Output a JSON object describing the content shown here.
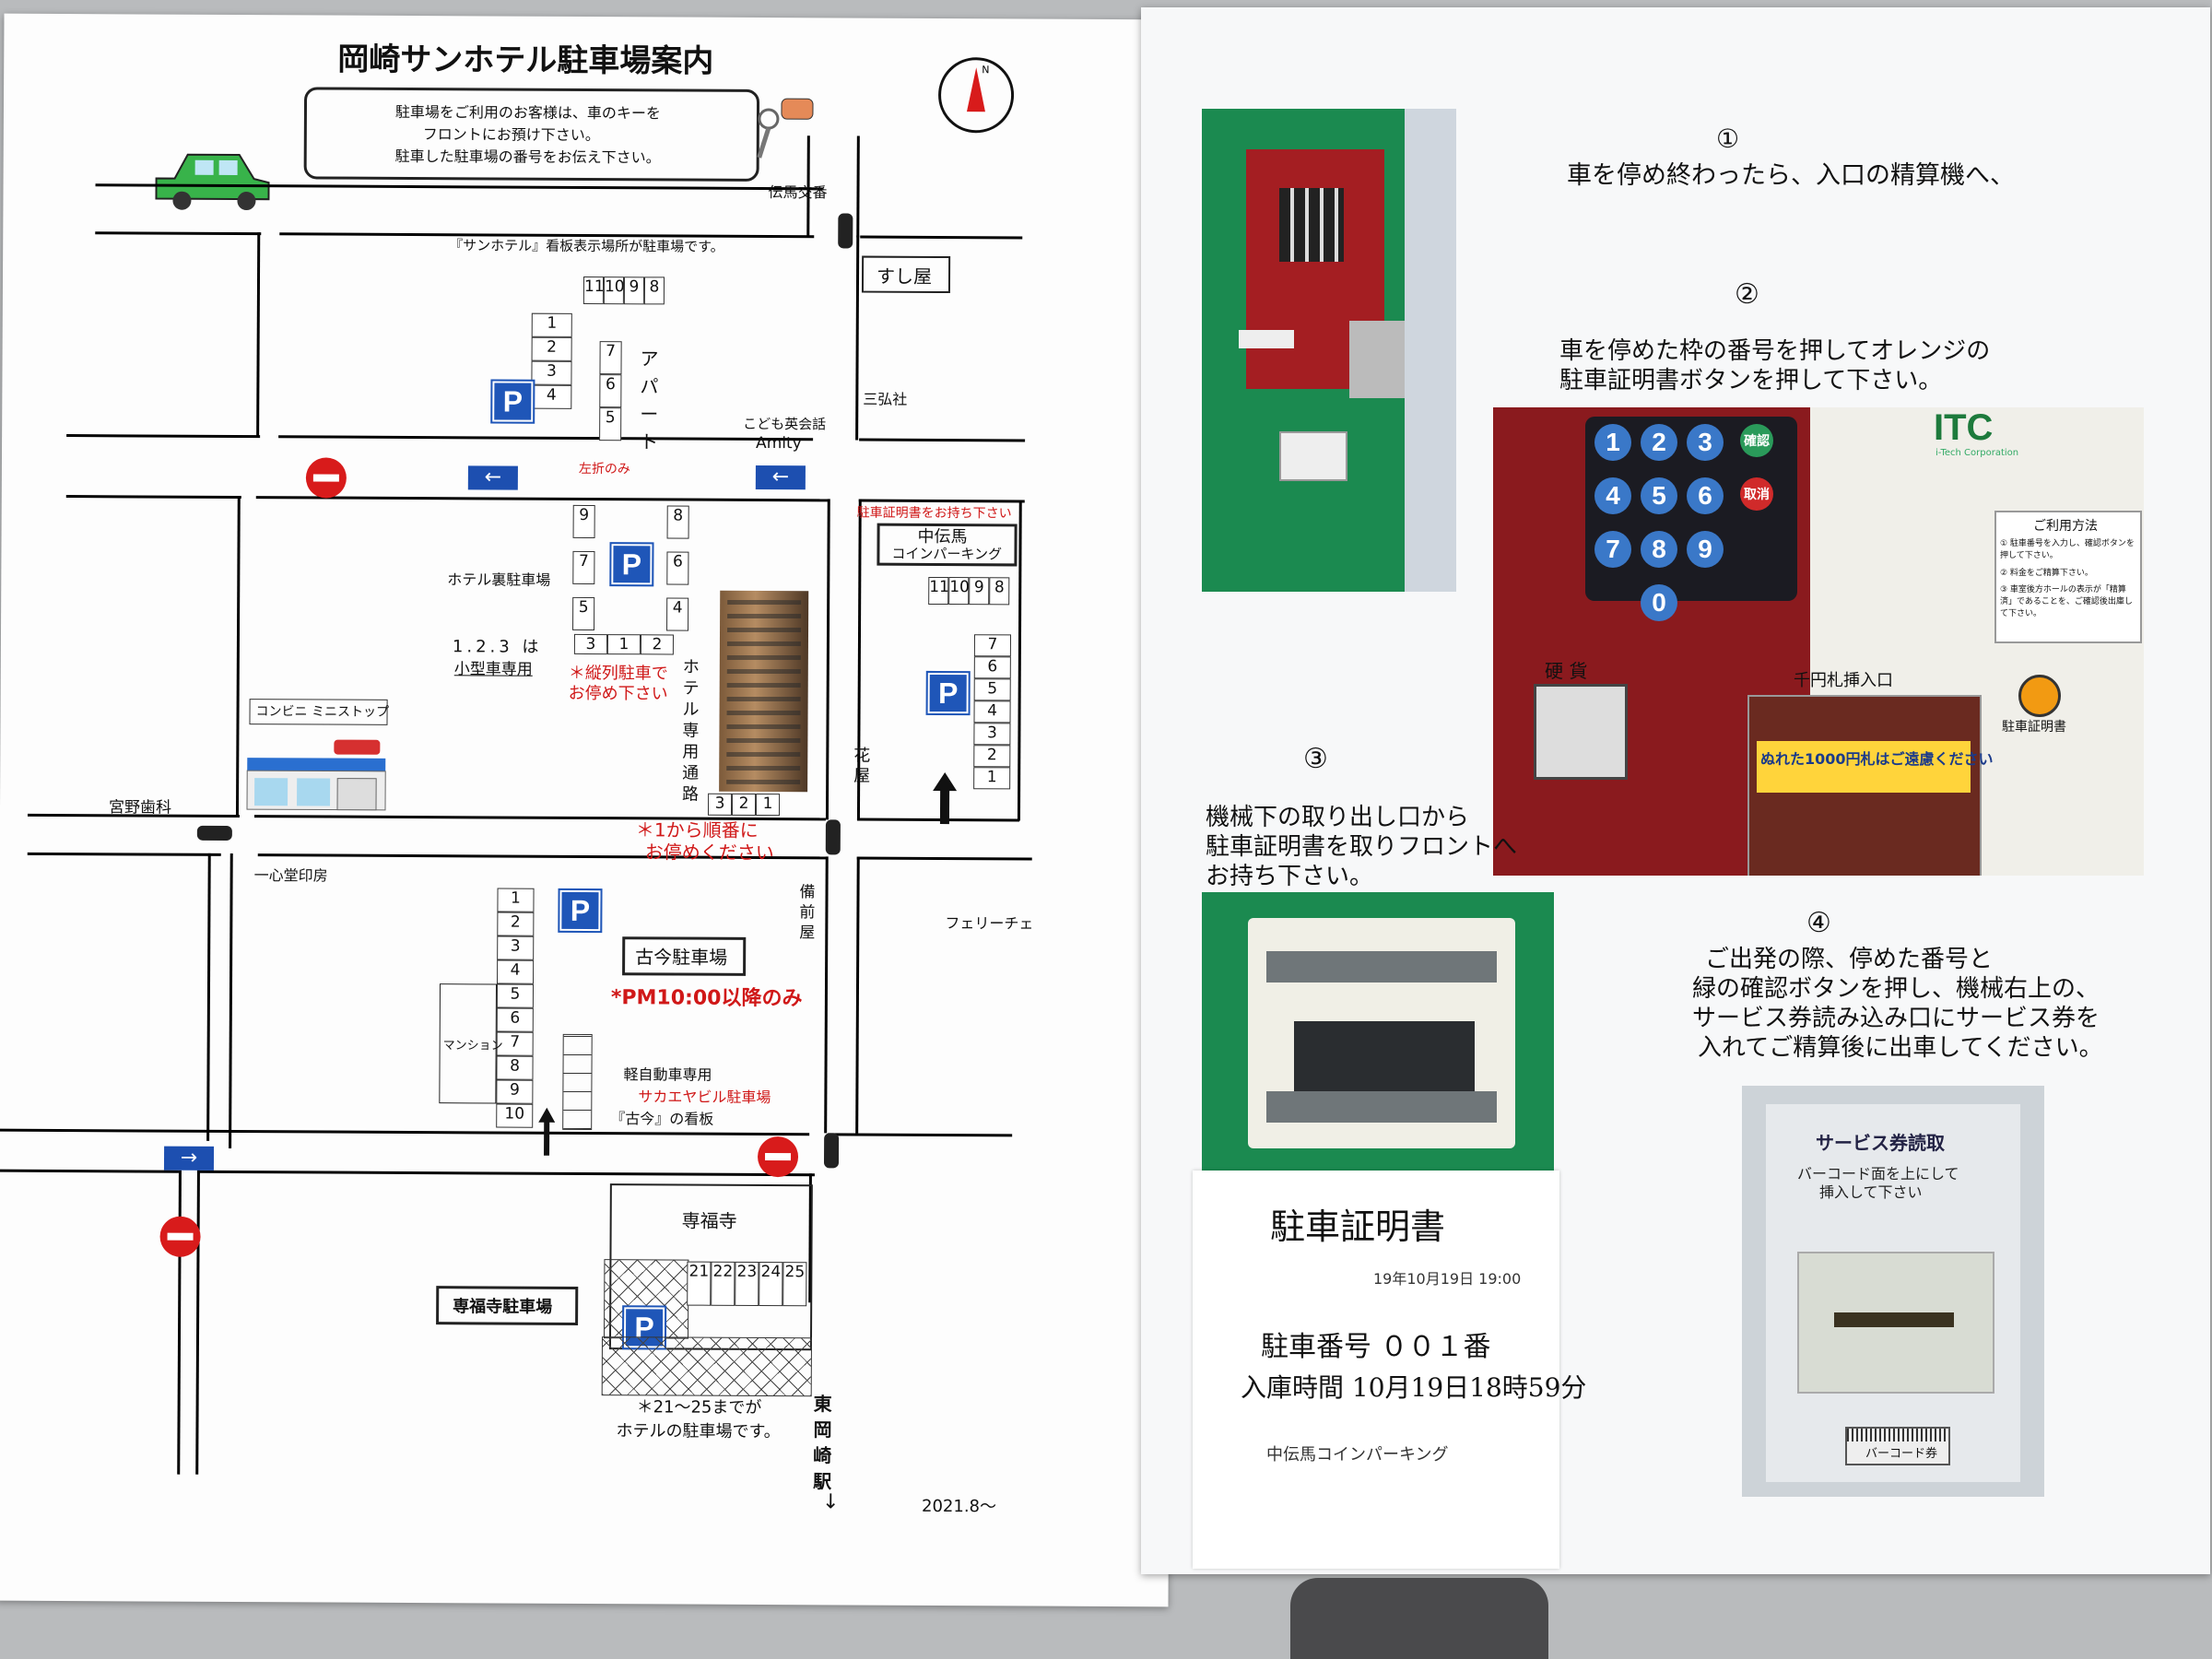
{
  "left_sheet": {
    "title": "岡崎サンホテル駐車場案内",
    "notice": [
      "駐車場をご利用のお客様は、車のキーを",
      "フロントにお預け下さい。",
      "駐車した駐車場の番号をお伝え下さい。"
    ],
    "north_mark": "N",
    "places": {
      "densei_kouban": "伝馬交番",
      "sushi": "すし屋",
      "sankousha": "三弘社",
      "kodomo_eikaiwa": "こども英会話",
      "amity": "Amity",
      "sunhotel_sign_note": "『サンホテル』看板表示場所が駐車場です。",
      "apart": "アパート",
      "hotel_back_parking": "ホテル裏駐車場",
      "left_turn_only": "左折のみ",
      "bring_certificate": "駐車証明書をお持ち下さい",
      "naka_demma_name": "中伝馬",
      "naka_demma_sub": "コインパーキング",
      "small_car_1": "1.2.3 は",
      "small_car_2": "小型車専用",
      "tandem_1": "＊縦列駐車で",
      "tandem_2": "お停め下さい",
      "hotel_lane": "ホテル専用通路",
      "from_1_1": "＊1から順番に",
      "from_1_2": "お停めください",
      "konbini": "コンビニ ミニストップ",
      "miyano_dental": "宮野歯科",
      "isshindo": "一心堂印房",
      "bizenya": "備前屋",
      "hanaya": "花屋",
      "ferry": "フェリーチェ",
      "kokon_parking": "古今駐車場",
      "pm10": "*PM10:00以降のみ",
      "mansion": "マンション",
      "kei_only": "軽自動車専用",
      "sakaeya": "サカエヤビル駐車場",
      "kokon_sign": "『古今』の看板",
      "senpukuji": "専福寺",
      "senpukuji_parking": "専福寺駐車場",
      "hotel_21_25_a": "＊21～25までが",
      "hotel_21_25_b": "ホテルの駐車場です。",
      "higashi_okazaki": "東岡崎駅",
      "date": "2021.8～"
    },
    "p_letter": "P",
    "slots_top": [
      "11",
      "10",
      "9",
      "8"
    ],
    "slots_col_a": [
      "1",
      "2",
      "3",
      "4"
    ],
    "slots_col_b": [
      "7",
      "6",
      "5"
    ],
    "slots_hotel_left": [
      "9",
      "7",
      "5"
    ],
    "slots_hotel_right": [
      "8",
      "6",
      "4"
    ],
    "slots_hotel_bottom": [
      "3",
      "1",
      "2"
    ],
    "slots_lane": [
      "3",
      "2",
      "1"
    ],
    "slots_nd_top": [
      "11",
      "10",
      "9",
      "8"
    ],
    "slots_nd_col": [
      "7",
      "6",
      "5",
      "4",
      "3",
      "2",
      "1"
    ],
    "slots_kokon": [
      "1",
      "2",
      "3",
      "4",
      "5",
      "6",
      "7",
      "8",
      "9",
      "10"
    ],
    "slots_senpuku": [
      "21",
      "22",
      "23",
      "24",
      "25"
    ]
  },
  "right_sheet": {
    "step1_num": "①",
    "step1_text": "車を停め終わったら、入口の精算機へ、",
    "step2_num": "②",
    "step2_line1": "車を停めた枠の番号を押してオレンジの",
    "step2_line2": "駐車証明書ボタンを押して下さい。",
    "step3_num": "③",
    "step3_line1": "機械下の取り出し口から",
    "step3_line2": "駐車証明書を取りフロントへ",
    "step3_line3": "お持ち下さい。",
    "step4_num": "④",
    "step4_line1": "ご出発の際、停めた番号と",
    "step4_line2": "緑の確認ボタンを押し、機械右上の、",
    "step4_line3": "サービス券読み込み口にサービス券を",
    "step4_line4": "入れてご精算後に出車してください。",
    "keypad": {
      "brand": "ITC",
      "brand_sub": "i-Tech Corporation",
      "keys": [
        "1",
        "2",
        "3",
        "4",
        "5",
        "6",
        "7",
        "8",
        "9",
        "0"
      ],
      "confirm": "確認",
      "cancel": "取消",
      "coin": "硬 貨",
      "bill": "千円札挿入口",
      "certificate_btn": "駐車証明書",
      "usage_title": "ご利用方法",
      "usage_1": "① 駐車番号を入力し、確認ボタンを押して下さい。",
      "usage_2": "② 料金をご精算下さい。",
      "usage_3": "③ 車室後方ホールの表示が「精算済」であることを、ご確認後出庫して下さい。",
      "wet_bill": "ぬれた1000円札はご遠慮ください"
    },
    "receipt": {
      "title": "駐車証明書",
      "datetime": "19年10月19日 19:00",
      "number": "駐車番号 ００１番",
      "entry": "入庫時間 10月19日18時59分",
      "lot": "中伝馬コインパーキング"
    },
    "service": {
      "title": "サービス券読取",
      "line1": "バーコード面を上にして",
      "line2": "挿入して下さい",
      "barcode": "バーコード券"
    }
  },
  "colors": {
    "parking_blue": "#1f56b8",
    "machine_green": "#168a4e",
    "machine_red": "#8c1c1c",
    "note_red": "#d01818"
  }
}
